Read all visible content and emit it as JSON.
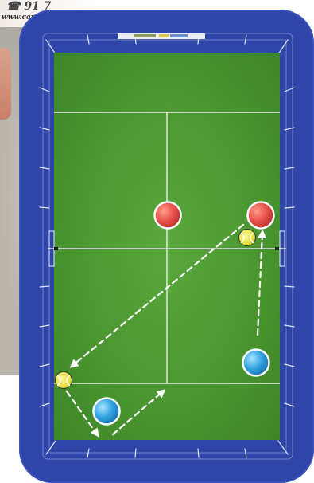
{
  "banner": {
    "phone": "☎ 91 7",
    "website": "www.camb"
  },
  "colors": {
    "frame": "#2f45a8",
    "court": "#4f9a34",
    "red_player": "#e8514a",
    "blue_player": "#2fa3e0",
    "ball": "#e6e044",
    "arrow": "#ffffff",
    "lines": "#e9efe2"
  },
  "players": [
    {
      "team": "red",
      "name": "red-player-left"
    },
    {
      "team": "red",
      "name": "red-player-right"
    },
    {
      "team": "blue",
      "name": "blue-player-bottom-right"
    },
    {
      "team": "blue",
      "name": "blue-player-bottom-left"
    }
  ],
  "balls": [
    {
      "name": "ball-near-net"
    },
    {
      "name": "ball-bottom-left"
    }
  ],
  "arrows": [
    {
      "name": "arrow-lob-to-left-corner",
      "style": "dashed"
    },
    {
      "name": "arrow-blue-run-to-net",
      "style": "dashed"
    },
    {
      "name": "arrow-ball-down-to-player",
      "style": "dashed"
    },
    {
      "name": "arrow-blue-move-up",
      "style": "dashed"
    }
  ]
}
